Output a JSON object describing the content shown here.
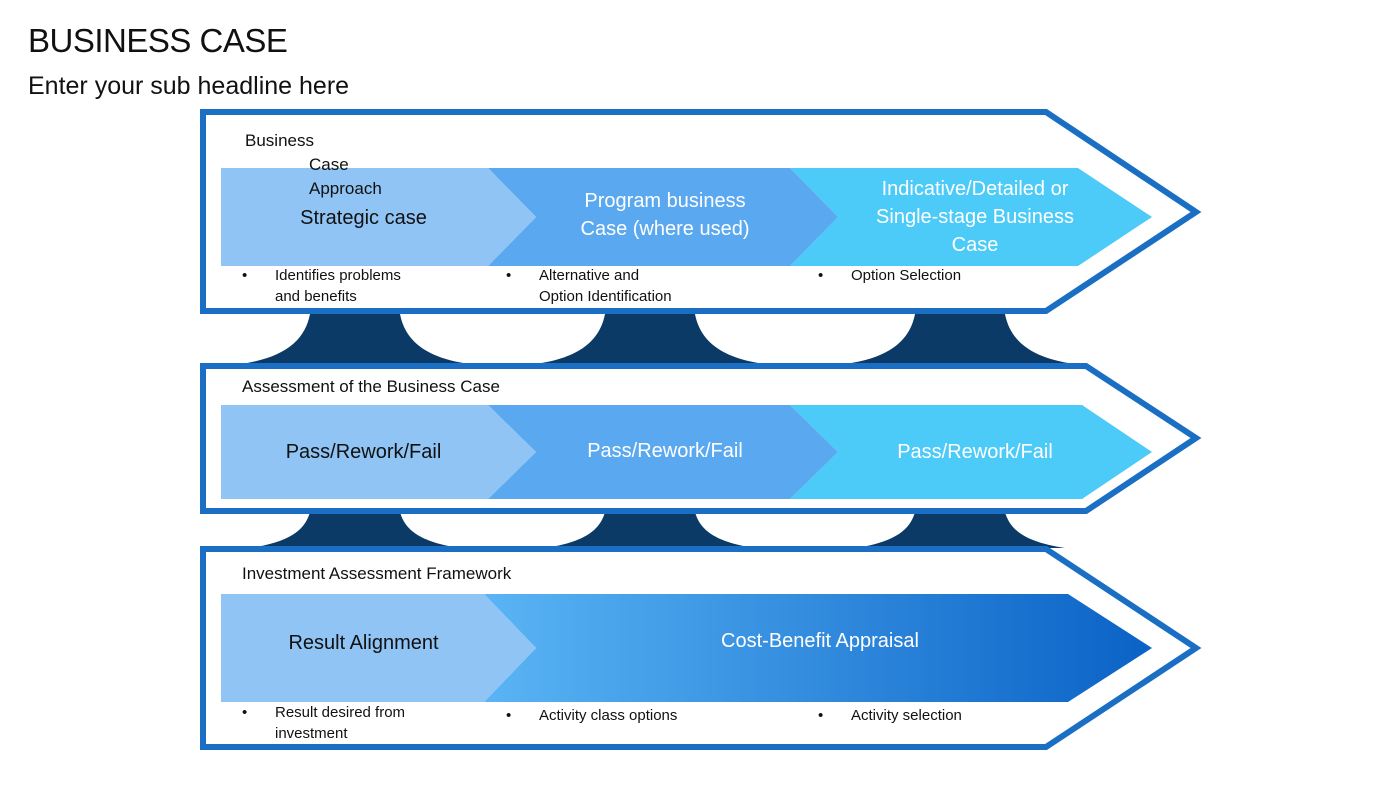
{
  "header": {
    "title": "BUSINESS CASE",
    "subtitle": "Enter your sub headline here"
  },
  "colors": {
    "outline": "#1a6fc4",
    "connector": "#0b3a66",
    "seg1": "#8fc4f4",
    "seg2": "#5aa8ef",
    "seg3": "#4ccaf8",
    "gradient_start": "#5ab4f4",
    "gradient_end": "#0a62c6"
  },
  "row1": {
    "label_lines": [
      "Business",
      "Case",
      "Approach"
    ],
    "segments": [
      "Strategic case",
      "Program business Case (where used)",
      "Indicative/Detailed or Single-stage Business Case"
    ],
    "bullets": [
      {
        "lines": [
          "Identifies problems",
          "and benefits"
        ]
      },
      {
        "lines": [
          "Alternative and",
          "Option Identification"
        ]
      },
      {
        "lines": [
          "Option Selection"
        ]
      }
    ]
  },
  "row2": {
    "label": "Assessment of the Business Case",
    "segments": [
      "Pass/Rework/Fail",
      "Pass/Rework/Fail",
      "Pass/Rework/Fail"
    ]
  },
  "row3": {
    "label": "Investment Assessment Framework",
    "segments": [
      "Result Alignment",
      "Cost-Benefit Appraisal"
    ],
    "bullets": [
      {
        "lines": [
          "Result desired from",
          "investment"
        ]
      },
      {
        "lines": [
          "Activity class options"
        ]
      },
      {
        "lines": [
          "Activity selection"
        ]
      }
    ]
  },
  "bullet_char": "•"
}
